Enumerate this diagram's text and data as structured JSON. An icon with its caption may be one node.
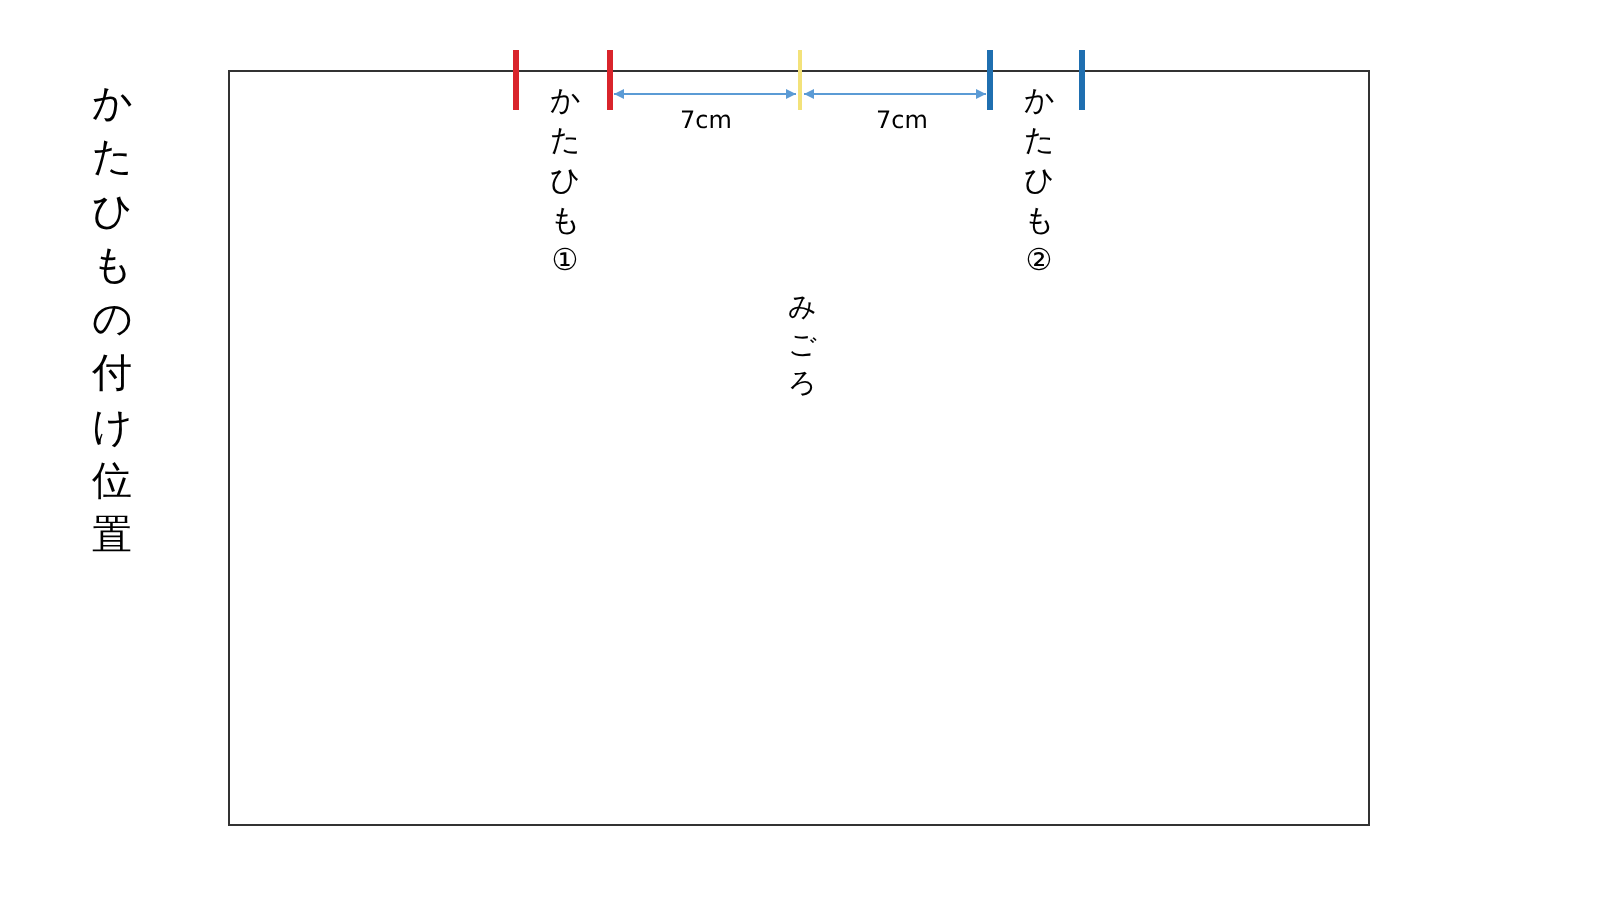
{
  "diagram": {
    "title": "かたひもの付け位置",
    "nodes": [
      {
        "text": [
          "みごろ"
        ]
      }
    ],
    "labels": [
      "かたひも①",
      "7cm",
      "7cm",
      "かたひも②"
    ]
  }
}
